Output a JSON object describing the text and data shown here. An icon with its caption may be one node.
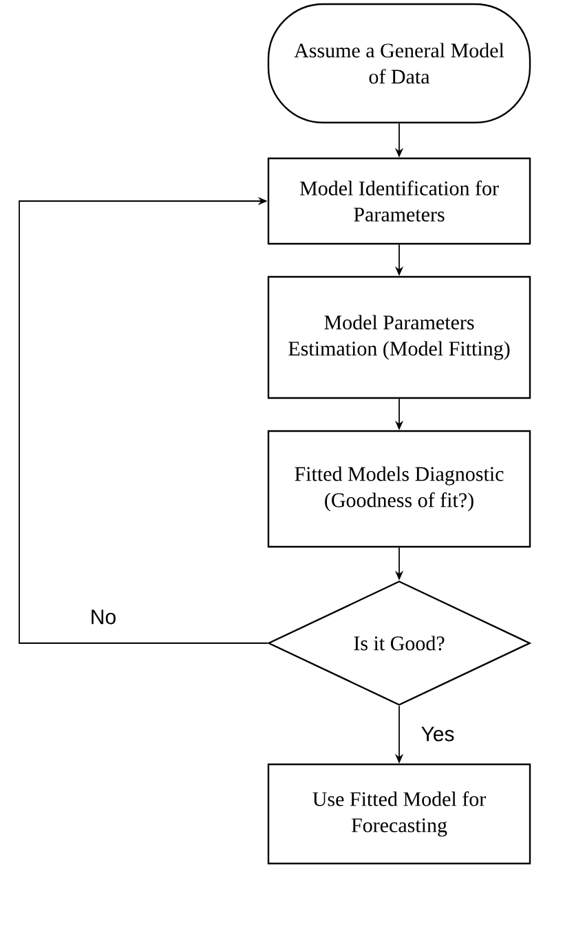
{
  "diagram": {
    "nodes": [
      {
        "text": [
          "Assume a General Model of Data"
        ]
      },
      {
        "text": [
          "Model Identification for Parameters"
        ]
      },
      {
        "text": [
          "Model Parameters Estimation (Model Fitting)"
        ]
      },
      {
        "text": [
          "Fitted Models Diagnostic (Goodness of fit?)"
        ]
      },
      {
        "text": [
          "Is it Good?"
        ]
      },
      {
        "text": [
          "Use Fitted Model for Forecasting"
        ]
      }
    ],
    "edges": [
      {
        "from": 0,
        "to": 1,
        "arrow": "to"
      },
      {
        "from": 1,
        "to": 2,
        "arrow": "to"
      },
      {
        "from": 2,
        "to": 3,
        "arrow": "to"
      },
      {
        "from": 3,
        "to": 4,
        "arrow": "to"
      },
      {
        "from": 4,
        "to": 5,
        "arrow": "to",
        "label": "Yes"
      },
      {
        "from": 4,
        "to": 1,
        "arrow": "to",
        "label": "No"
      }
    ]
  }
}
